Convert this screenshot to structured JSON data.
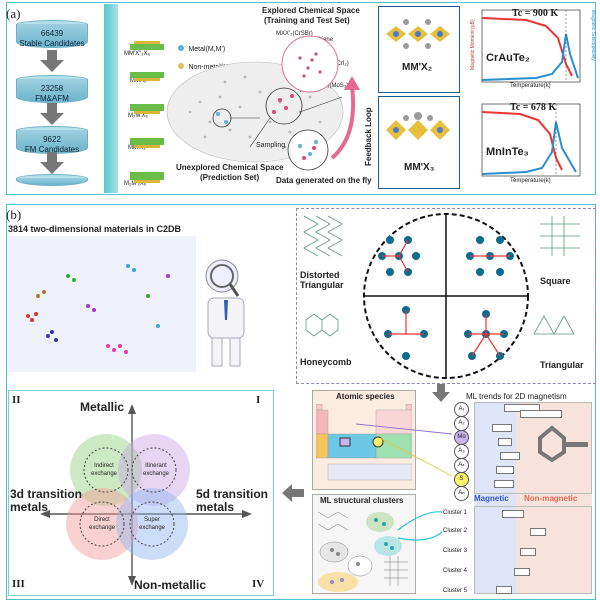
{
  "panel_a": {
    "tag": "(a)",
    "funnel": [
      {
        "count": "66439",
        "label": "Stable Candidates"
      },
      {
        "count": "23258",
        "label": "FM&AFM"
      },
      {
        "count": "9622",
        "label": "FM Candidates"
      }
    ],
    "formulas": [
      "MM'X\"₂X₆",
      "MMX₆",
      "M₂M'X₆",
      "MM'X₃",
      "M₂M'₂X₆"
    ],
    "legend_metal": "Metal(M,M')",
    "legend_nonmetal": "Non-metal(X,X')",
    "explored_title": "Explored Chemical Space",
    "explored_sub": "(Training and Test Set)",
    "unexplored_title": "Unexplored Chemical Space",
    "unexplored_sub": "(Prediction Set)",
    "sampling": "Sampling",
    "data_fly": "Data generated on the fly",
    "feedback": "Feedback Loop",
    "labels": [
      "MX₃(MoS₃)",
      "MX'₂(CrI₂)",
      "MXene",
      "MXX'₂(CrSBr)"
    ],
    "mm_x2": "MM'X₂",
    "mm_x3": "MM'X₃",
    "tc1": "Tc = 900 K",
    "tc2": "Tc = 678 K",
    "compound1": "CrAuTe₂",
    "compound2": "MnInTe₃",
    "xlabel": "Temperature(k)",
    "ylabel_left": "Magnetic Moment (μB)",
    "ylabel_right": "Magnetic Susceptibility"
  },
  "panel_b": {
    "tag": "(b)",
    "c2db": "3814 two-dimensional materials in C2DB",
    "lattices": [
      "Distorted Triangular",
      "Square",
      "Honeycomb",
      "Triangular"
    ],
    "atomic_species": "Atomic species",
    "ml_trends": "ML trends for 2D magnetism",
    "ml_clusters": "ML structural clusters",
    "magnetic": "Magnetic",
    "non_magnetic": "Non-magnetic",
    "features": [
      "A₁",
      "A₂",
      "Mo",
      "A₃",
      "A₄",
      "S",
      "Aₙ"
    ],
    "clusters": [
      "Cluster 1",
      "Cluster 2",
      "Cluster 3",
      "Cluster 4",
      "Cluster 5"
    ],
    "quadrants": [
      "I",
      "II",
      "III",
      "IV"
    ],
    "metallic": "Metallic",
    "non_metallic": "Non-metallic",
    "left_axis": "3d transition metals",
    "right_axis": "5d transition metals",
    "exchanges": [
      "Indirect exchange",
      "Itinerant exchange",
      "Direct exchange",
      "Super exchange"
    ]
  }
}
